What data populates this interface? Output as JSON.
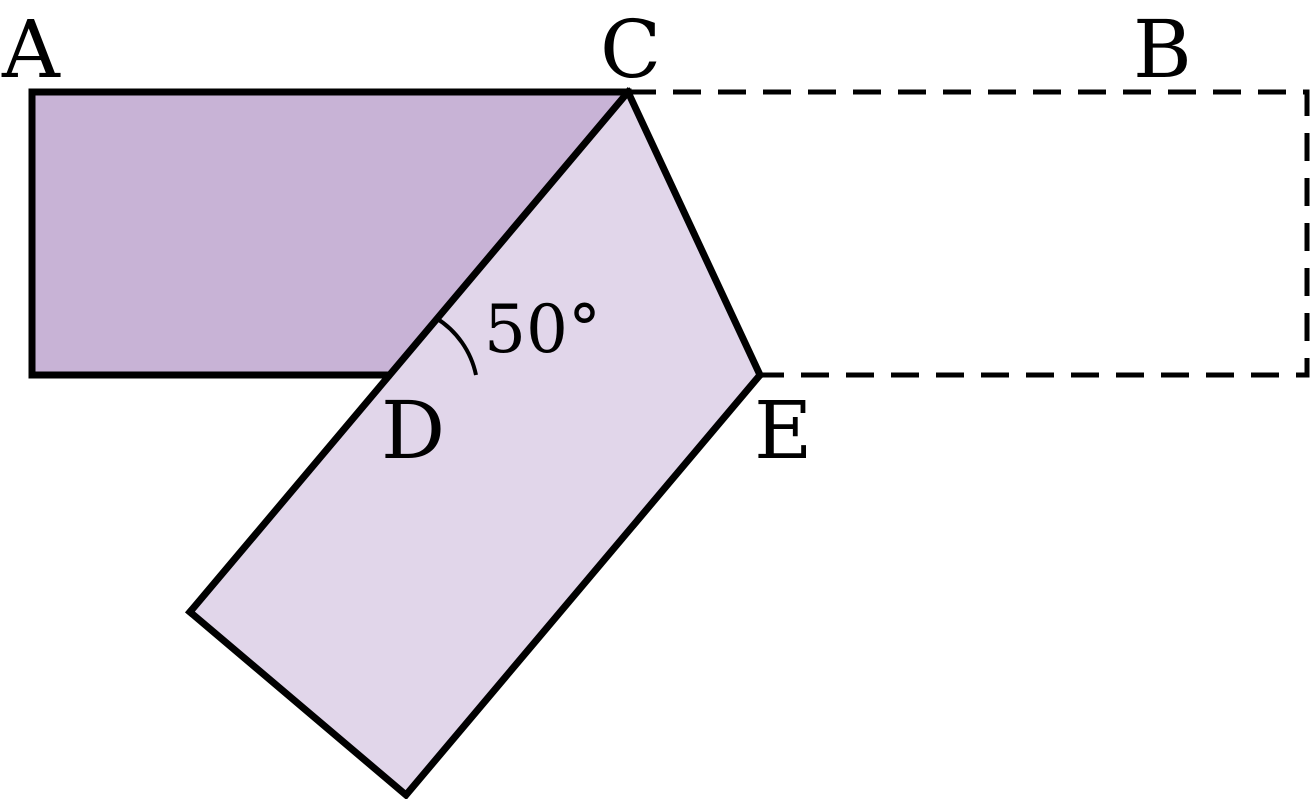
{
  "points": {
    "A": "A",
    "B": "B",
    "C": "C",
    "D": "D",
    "E": "E"
  },
  "angle": {
    "label": "50°",
    "value_degrees": 50
  },
  "colors": {
    "dark_fill": "#c8b3d6",
    "light_fill": "#e1d6ea",
    "stroke": "#000000"
  }
}
